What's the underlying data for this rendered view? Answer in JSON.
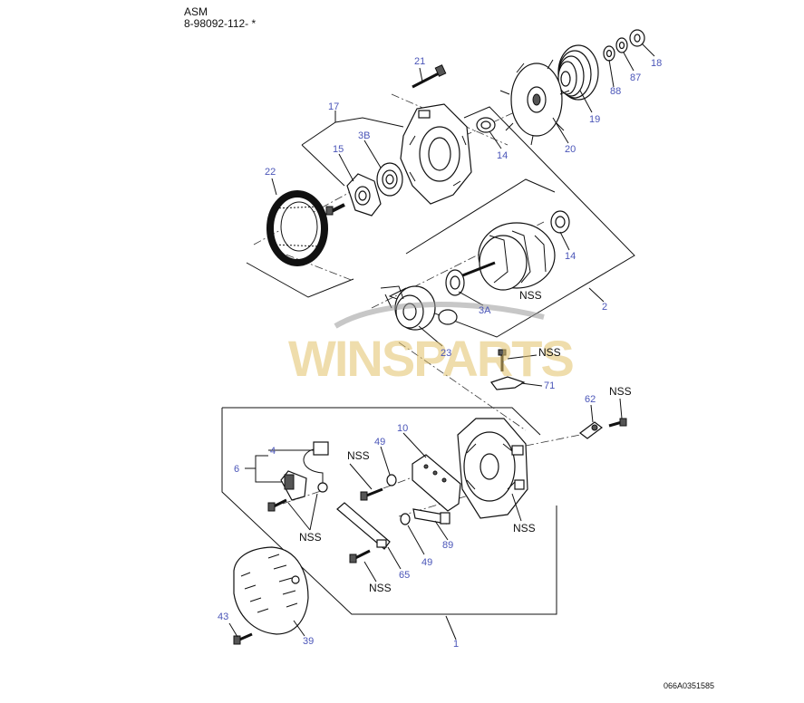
{
  "header": {
    "line1": "ASM",
    "line2": "8-98092-112- *"
  },
  "drawing_code": "066A0351585",
  "watermark": "WINSPARTS",
  "labels": {
    "p21": "21",
    "p18": "18",
    "p87": "87",
    "p88": "88",
    "p19": "19",
    "p20": "20",
    "p17": "17",
    "p3B": "3B",
    "p15": "15",
    "p14a": "14",
    "p22": "22",
    "p14b": "14",
    "p2": "2",
    "p3A": "3A",
    "p23": "23",
    "p71": "71",
    "p62": "62",
    "p10": "10",
    "p49a": "49",
    "p4": "4",
    "p6": "6",
    "p89": "89",
    "p49b": "49",
    "p65": "65",
    "p43": "43",
    "p39": "39",
    "p1": "1"
  },
  "nss": {
    "n1": "NSS",
    "n2": "NSS",
    "n3": "NSS",
    "n4": "NSS",
    "n5": "NSS",
    "n6": "NSS",
    "n7": "NSS"
  }
}
